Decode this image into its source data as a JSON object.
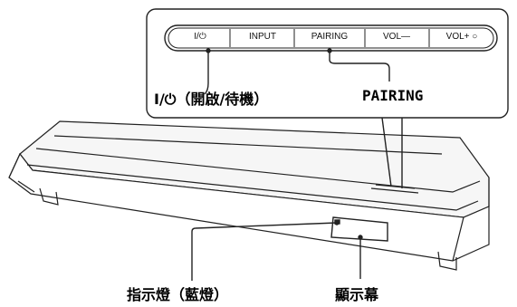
{
  "control_panel": {
    "buttons": [
      {
        "label": "I/⏻"
      },
      {
        "label": "INPUT"
      },
      {
        "label": "PAIRING"
      },
      {
        "label": "VOL—"
      },
      {
        "label": "VOL+ ○"
      }
    ]
  },
  "callouts": {
    "power_label": "I/⏻（開啟/待機）",
    "pairing_label": "PAIRING",
    "indicator_label": "指示燈（藍燈）",
    "display_label": "顯示幕"
  },
  "colors": {
    "line": "#222222",
    "panel_fill": "#ffffff",
    "body_shade": "#f4f4f4"
  }
}
